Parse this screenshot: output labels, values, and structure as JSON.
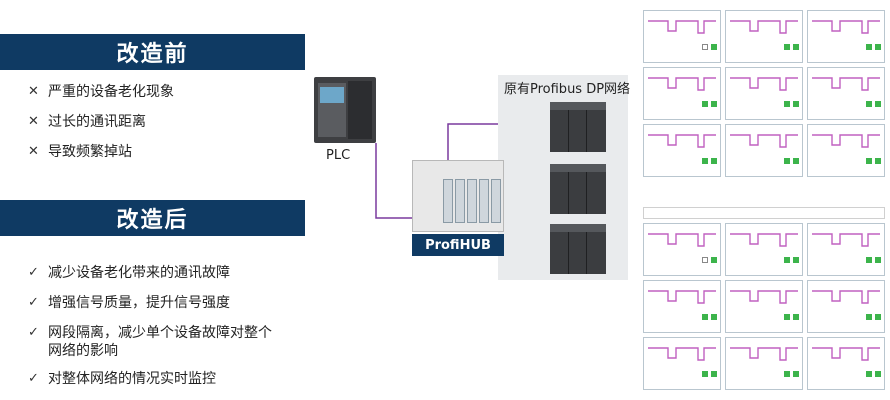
{
  "before": {
    "title": "改造前",
    "items": [
      "严重的设备老化现象",
      "过长的通讯距离",
      "导致频繁掉站"
    ]
  },
  "after": {
    "title": "改造后",
    "items": [
      "减少设备老化带来的通讯故障",
      "增强信号质量，提升信号强度",
      "网段隔离，减少单个设备故障对整个",
      "网络的影响",
      "对整体网络的情况实时监控"
    ]
  },
  "diagram": {
    "plc_label": "PLC",
    "hub_label": "ProfiHUB",
    "network_title": "原有Profibus DP网络",
    "cable_color": "#7a3a9e"
  },
  "colors": {
    "banner": "#0f3a63",
    "wave": "#c060c0",
    "status": "#3cb44b"
  }
}
